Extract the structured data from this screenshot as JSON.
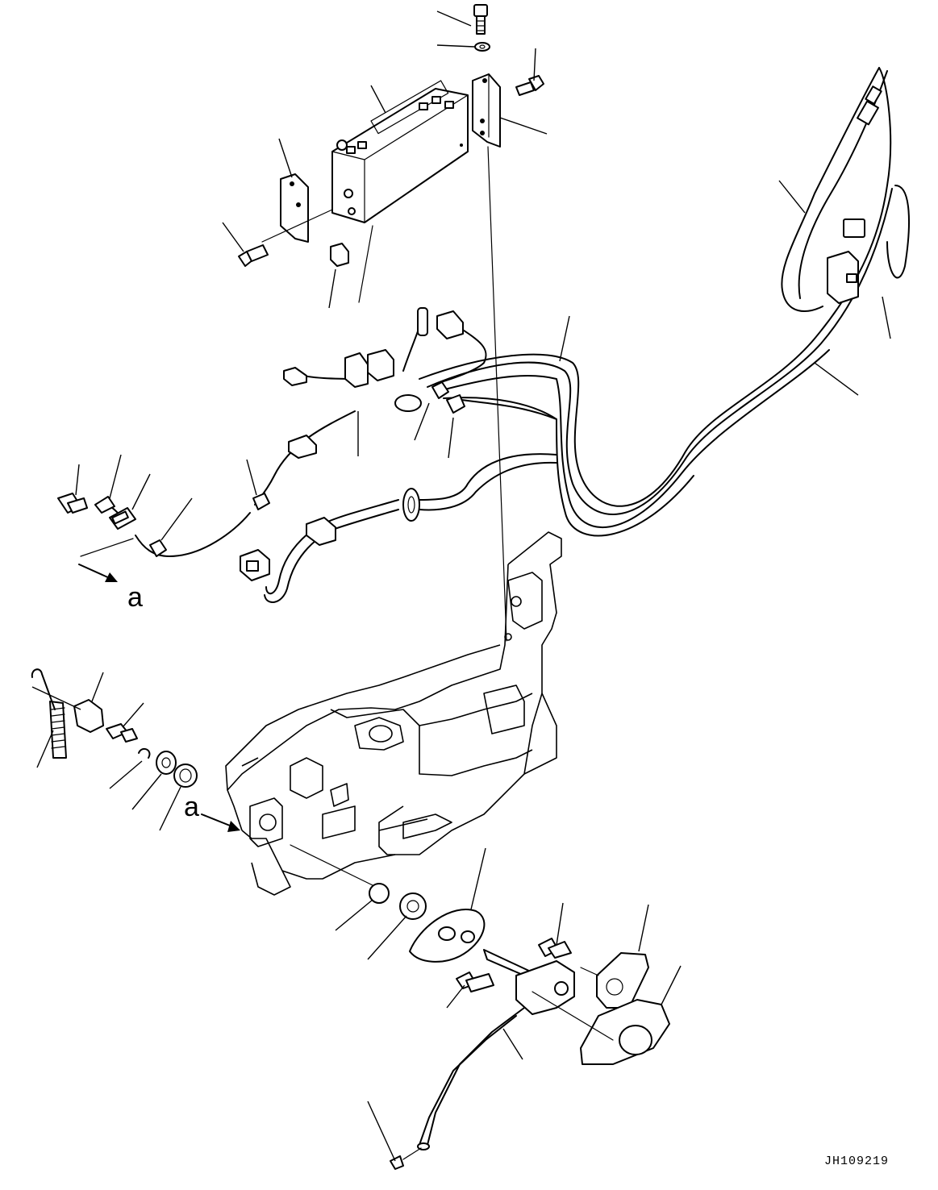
{
  "view_labels": {
    "arrow_a_upper": "a",
    "arrow_a_lower": "a"
  },
  "drawing_code": "JH109219"
}
